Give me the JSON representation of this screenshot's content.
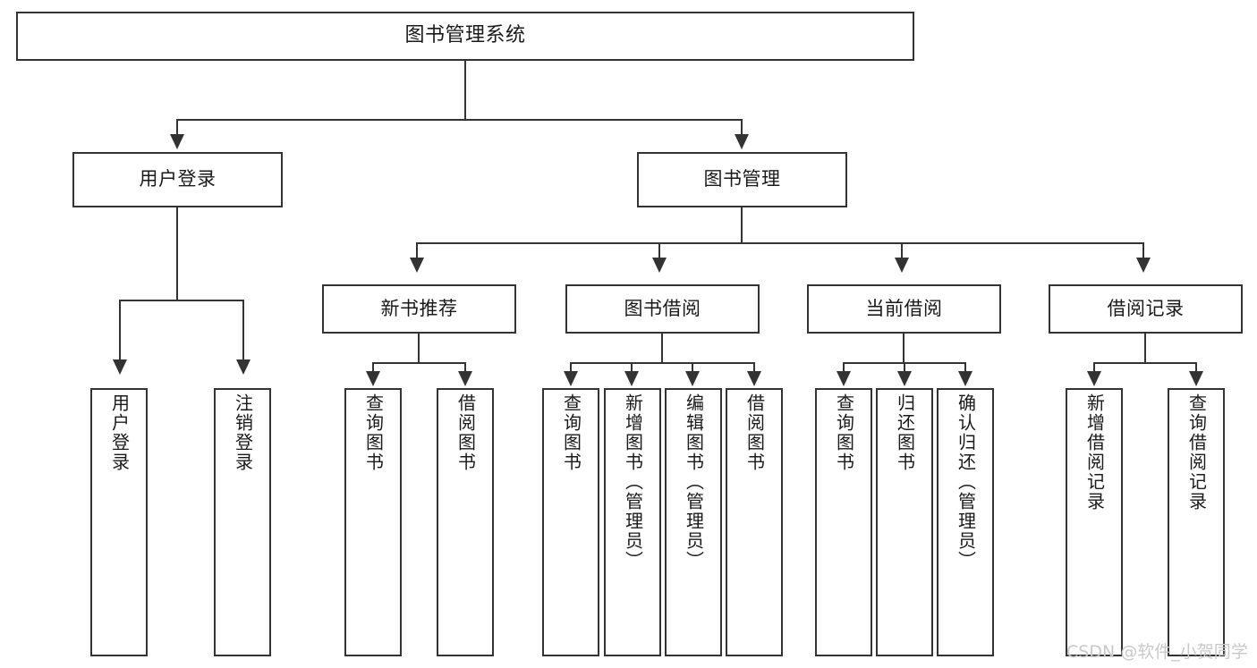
{
  "diagram": {
    "title": "图书管理系统",
    "type": "tree-hierarchy",
    "root": {
      "label": "图书管理系统"
    },
    "tier2": [
      {
        "label": "用户登录"
      },
      {
        "label": "图书管理"
      }
    ],
    "tier3": [
      {
        "label": "新书推荐"
      },
      {
        "label": "图书借阅"
      },
      {
        "label": "当前借阅"
      },
      {
        "label": "借阅记录"
      }
    ],
    "leaves": {
      "user_login": [
        {
          "label": "用户登录"
        },
        {
          "label": "注销登录"
        }
      ],
      "new_book_recommend": [
        {
          "label": "查询图书"
        },
        {
          "label": "借阅图书"
        }
      ],
      "book_borrow": [
        {
          "label": "查询图书"
        },
        {
          "label": "新增图书（管理员）"
        },
        {
          "label": "编辑图书（管理员）"
        },
        {
          "label": "借阅图书"
        }
      ],
      "current_borrow": [
        {
          "label": "查询图书"
        },
        {
          "label": "归还图书"
        },
        {
          "label": "确认归还（管理员）"
        }
      ],
      "borrow_record": [
        {
          "label": "新增借阅记录"
        },
        {
          "label": "查询借阅记录"
        }
      ]
    },
    "colors": {
      "background": "#ffffff",
      "box_fill": "#ffffff",
      "box_border": "#333333",
      "connector": "#333333",
      "text": "#1a1a1a",
      "watermark": "#c9c9c9"
    }
  },
  "watermark": {
    "text": "CSDN @软件_小贺同学"
  }
}
